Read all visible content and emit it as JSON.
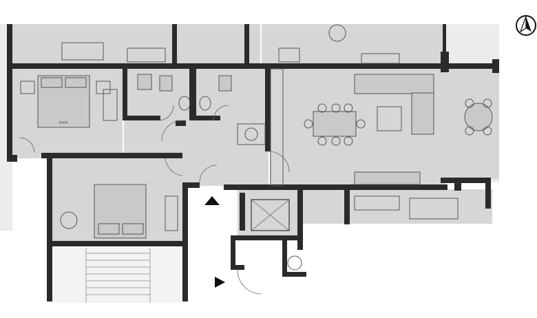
{
  "rooms": [
    {
      "name": "bedroom-1"
    },
    {
      "name": "bedroom-2"
    },
    {
      "name": "living-room"
    },
    {
      "name": "bathroom-1"
    },
    {
      "name": "bathroom-2"
    },
    {
      "name": "hallway"
    },
    {
      "name": "terrace"
    },
    {
      "name": "staircase"
    },
    {
      "name": "elevator"
    }
  ],
  "icons": {
    "compass": "north-arrow-icon",
    "entrance_up": "entrance-arrow-icon",
    "entrance_right": "entrance-arrow-icon"
  },
  "colors": {
    "wall": "#2b2b2b",
    "room_fill": "#d6d6d6",
    "background": "#ffffff"
  }
}
